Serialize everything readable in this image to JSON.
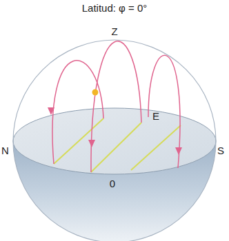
{
  "diagram": {
    "title": "Latitud: φ = 0°",
    "labels": [
      "Z",
      "E",
      "N",
      "S",
      "0"
    ]
  }
}
